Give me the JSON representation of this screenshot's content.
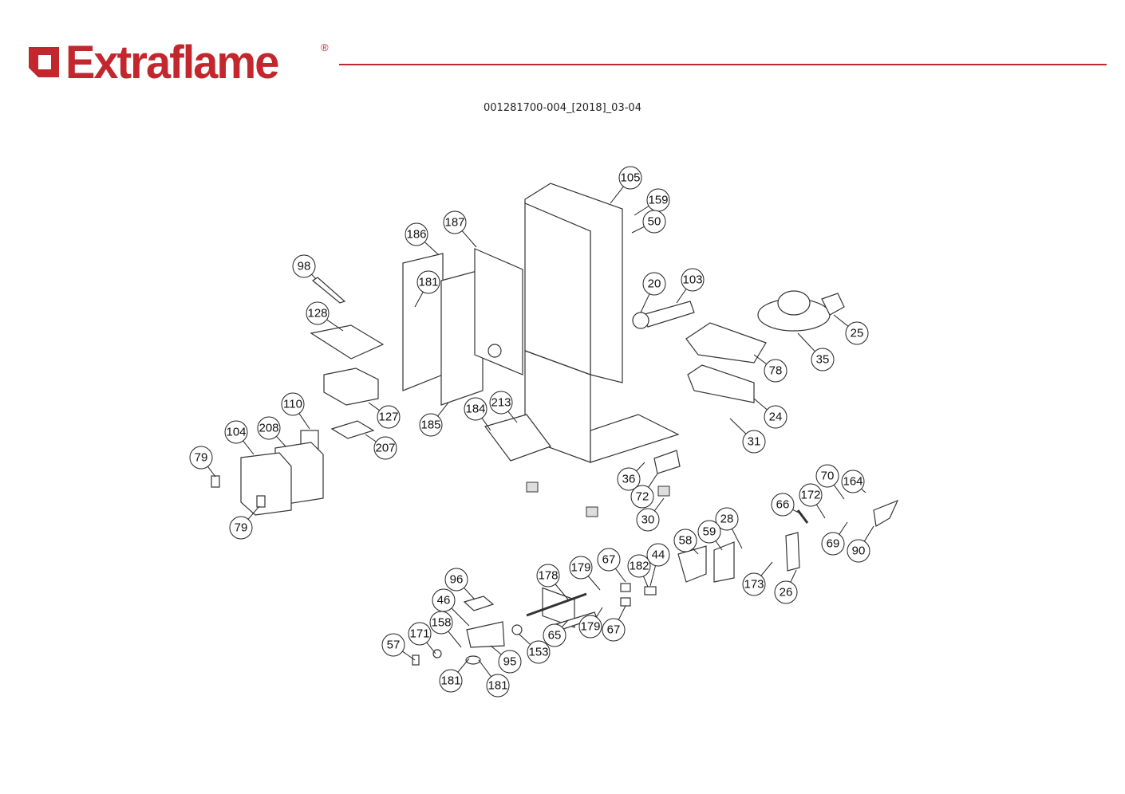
{
  "header": {
    "logo_text": "Extraflame",
    "logo_registered": "®",
    "document_code": "001281700-004_[2018]_03-04",
    "brand_color": "#c1272d"
  },
  "callouts": [
    "105",
    "159",
    "50",
    "187",
    "186",
    "98",
    "181",
    "20",
    "103",
    "128",
    "25",
    "35",
    "78",
    "110",
    "127",
    "24",
    "213",
    "184",
    "185",
    "104",
    "208",
    "207",
    "31",
    "79",
    "36",
    "72",
    "70",
    "164",
    "172",
    "66",
    "30",
    "79",
    "28",
    "59",
    "58",
    "69",
    "90",
    "44",
    "179",
    "67",
    "182",
    "178",
    "96",
    "173",
    "26",
    "46",
    "158",
    "171",
    "179",
    "67",
    "65",
    "57",
    "153",
    "95",
    "181",
    "181"
  ]
}
